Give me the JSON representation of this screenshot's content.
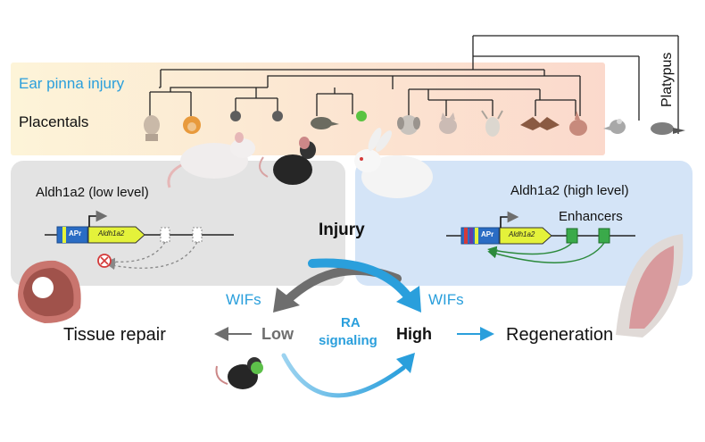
{
  "tree": {
    "label": "Ear pinna injury",
    "group_label": "Placentals",
    "outgroup_label": "Platypus",
    "regenerating_node_color": "#59c341",
    "non_regenerating_node_color": "#5e5e5e",
    "gradient_start": "#fdf4d8",
    "gradient_end": "#fbd9cc"
  },
  "left_panel": {
    "gene_label": "Aldh1a2 (low level)",
    "promoter_label": "APr",
    "gene_box_label": "Aldh1a2",
    "background": "#e3e3e3"
  },
  "right_panel": {
    "gene_label": "Aldh1a2 (high level)",
    "promoter_label": "APr",
    "gene_box_label": "Aldh1a2",
    "enhancers_label": "Enhancers",
    "background": "#d4e4f7"
  },
  "center": {
    "injury_label": "Injury",
    "wifs_left": "WIFs",
    "wifs_right": "WIFs",
    "low_label": "Low",
    "high_label": "High",
    "ra_line1": "RA",
    "ra_line2": "signaling"
  },
  "outcomes": {
    "left": "Tissue repair",
    "right": "Regeneration"
  },
  "colors": {
    "accent_blue": "#2a9fdc",
    "arrow_grey": "#6e6e6e",
    "enhancer_green": "#3aaa4a",
    "gene_yellow": "#e4f23a",
    "promoter_blue": "#2a6cc4"
  }
}
